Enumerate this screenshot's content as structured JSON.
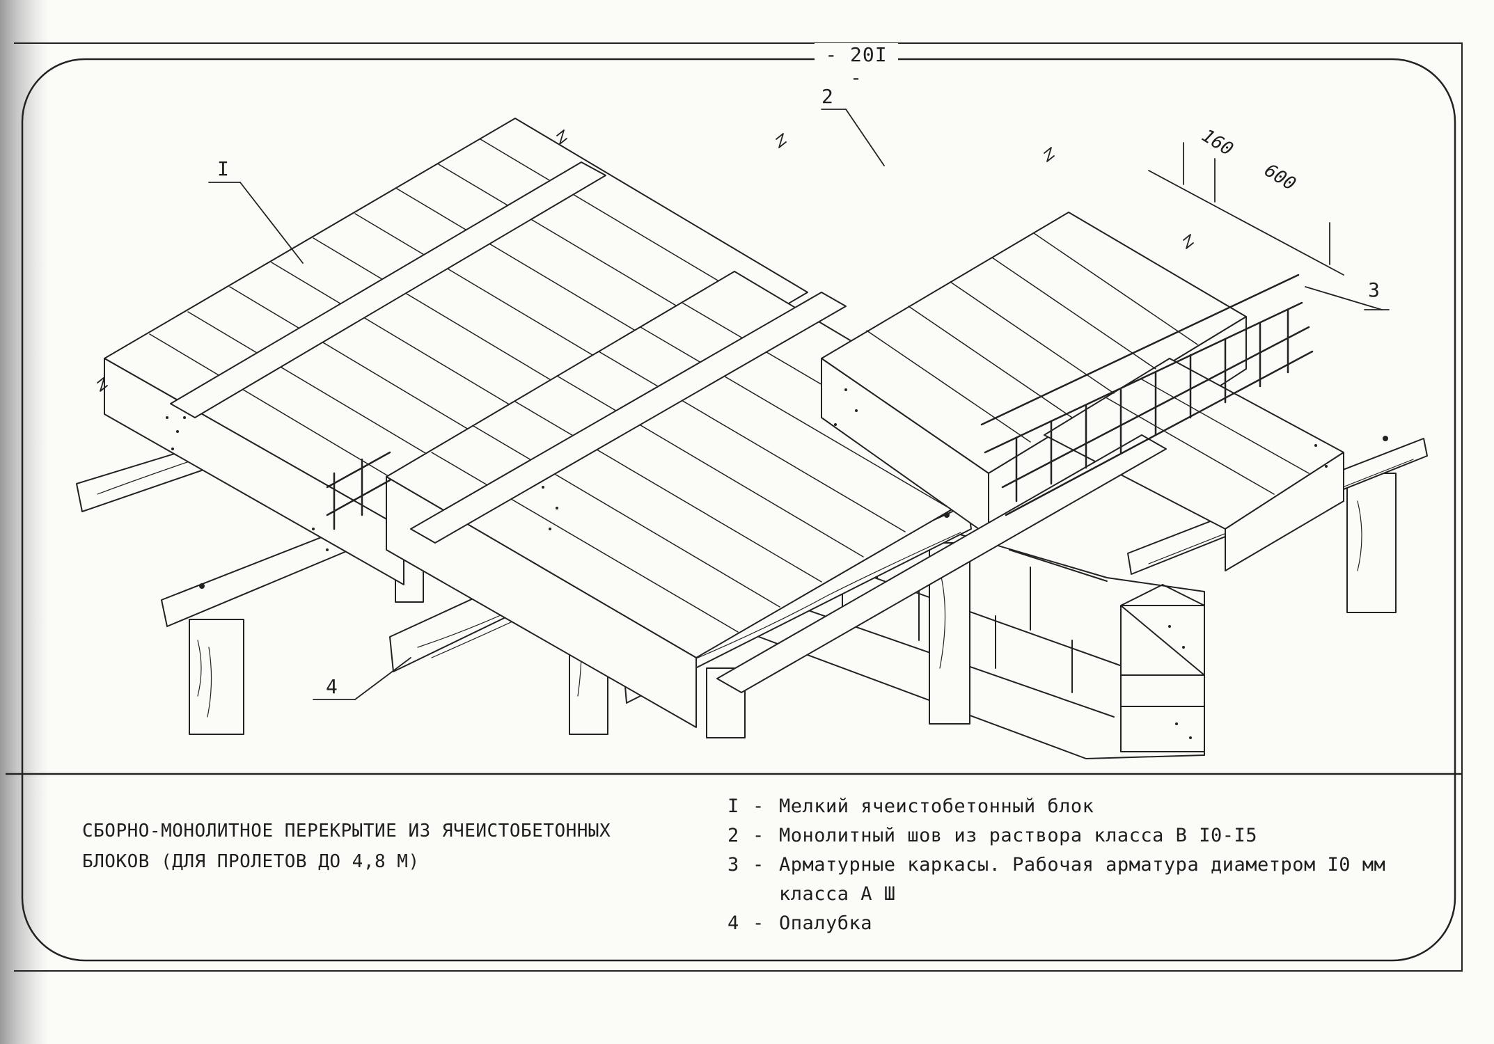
{
  "page": {
    "number": "- 20I -"
  },
  "callouts": {
    "c1": "I",
    "c2": "2",
    "c3": "3",
    "c4": "4"
  },
  "dimensions": {
    "d1": "160",
    "d2": "600"
  },
  "caption": {
    "line1": "СБОРНО-МОНОЛИТНОЕ ПЕРЕКРЫТИЕ ИЗ ЯЧЕИСТОБЕТОННЫХ",
    "line2": "БЛОКОВ (ДЛЯ ПРОЛЕТОВ ДО 4,8 М)"
  },
  "legend": [
    {
      "num": "I",
      "text": "Мелкий ячеистобетонный блок"
    },
    {
      "num": "2",
      "text": "Монолитный шов из раствора класса В I0-I5"
    },
    {
      "num": "3",
      "text": "Арматурные каркасы. Рабочая арматура диаметром I0 мм"
    },
    {
      "num": "",
      "text": "класса А Ш"
    },
    {
      "num": "4",
      "text": "Опалубка"
    }
  ]
}
